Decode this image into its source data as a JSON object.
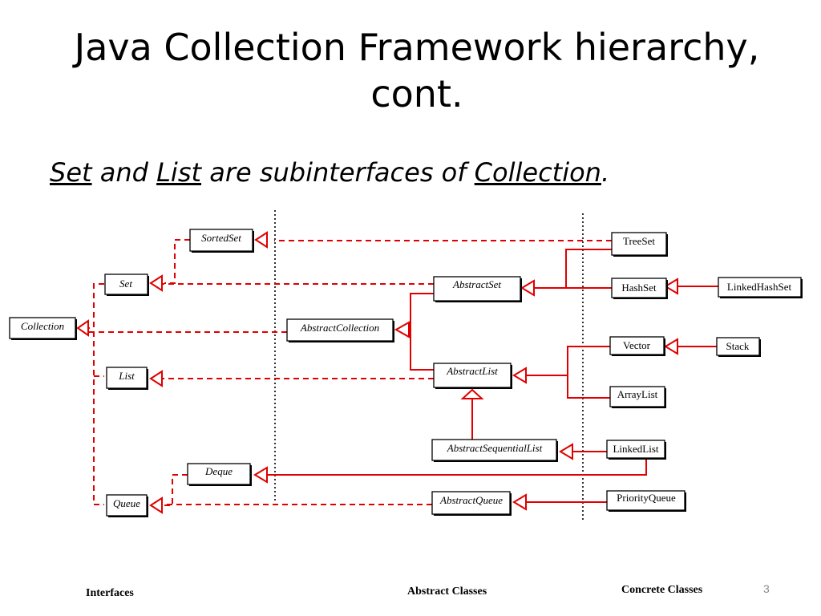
{
  "slide": {
    "title_line1": "Java Collection Framework hierarchy,",
    "title_line2": "cont.",
    "subtitle": {
      "w1": "Set",
      "t1": " and ",
      "w2": "List",
      "t2": " are subinterfaces of ",
      "w3": "Collection",
      "t3": "."
    },
    "page_number": "3"
  },
  "nodes": {
    "collection": "Collection",
    "set": "Set",
    "sortedset": "SortedSet",
    "list": "List",
    "deque": "Deque",
    "queue": "Queue",
    "abstractcollection": "AbstractCollection",
    "abstractset": "AbstractSet",
    "abstractlist": "AbstractList",
    "abstractsequentiallist": "AbstractSequentialList",
    "abstractqueue": "AbstractQueue",
    "treeset": "TreeSet",
    "hashset": "HashSet",
    "linkedhashset": "LinkedHashSet",
    "vector": "Vector",
    "stack": "Stack",
    "arraylist": "ArrayList",
    "linkedlist": "LinkedList",
    "priorityqueue": "PriorityQueue"
  },
  "captions": {
    "interfaces": "Interfaces",
    "abstract_classes": "Abstract Classes",
    "concrete_classes": "Concrete Classes"
  },
  "colors": {
    "connector": "#e00000",
    "box_border": "#000000"
  }
}
